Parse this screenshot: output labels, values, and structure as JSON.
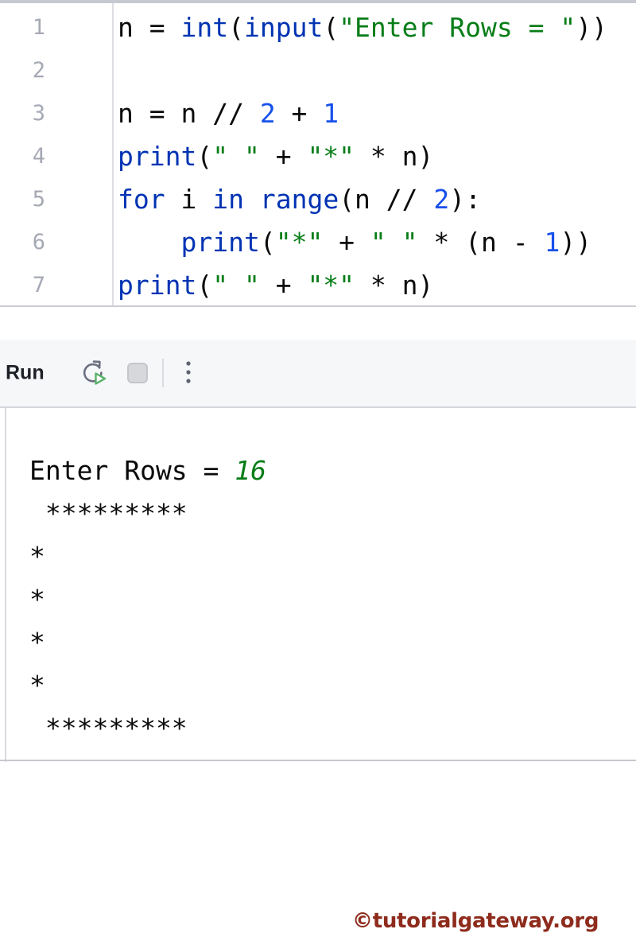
{
  "editor": {
    "lines": [
      {
        "num": "1",
        "tokens": [
          {
            "t": "n = ",
            "c": "plain"
          },
          {
            "t": "int",
            "c": "kw"
          },
          {
            "t": "(",
            "c": "plain"
          },
          {
            "t": "input",
            "c": "kw"
          },
          {
            "t": "(",
            "c": "plain"
          },
          {
            "t": "\"Enter Rows = \"",
            "c": "str"
          },
          {
            "t": "))",
            "c": "plain"
          }
        ]
      },
      {
        "num": "2",
        "tokens": []
      },
      {
        "num": "3",
        "tokens": [
          {
            "t": "n = n // ",
            "c": "plain"
          },
          {
            "t": "2",
            "c": "num"
          },
          {
            "t": " + ",
            "c": "plain"
          },
          {
            "t": "1",
            "c": "num"
          }
        ]
      },
      {
        "num": "4",
        "tokens": [
          {
            "t": "print",
            "c": "kw"
          },
          {
            "t": "(",
            "c": "plain"
          },
          {
            "t": "\" \"",
            "c": "str"
          },
          {
            "t": " + ",
            "c": "plain"
          },
          {
            "t": "\"*\"",
            "c": "str"
          },
          {
            "t": " * n)",
            "c": "plain"
          }
        ]
      },
      {
        "num": "5",
        "tokens": [
          {
            "t": "for",
            "c": "kw"
          },
          {
            "t": " i ",
            "c": "plain"
          },
          {
            "t": "in",
            "c": "kw"
          },
          {
            "t": " ",
            "c": "plain"
          },
          {
            "t": "range",
            "c": "kw"
          },
          {
            "t": "(n // ",
            "c": "plain"
          },
          {
            "t": "2",
            "c": "num"
          },
          {
            "t": "):",
            "c": "plain"
          }
        ]
      },
      {
        "num": "6",
        "tokens": [
          {
            "t": "    ",
            "c": "plain"
          },
          {
            "t": "print",
            "c": "kw"
          },
          {
            "t": "(",
            "c": "plain"
          },
          {
            "t": "\"*\"",
            "c": "str"
          },
          {
            "t": " + ",
            "c": "plain"
          },
          {
            "t": "\" \"",
            "c": "str"
          },
          {
            "t": " * (n - ",
            "c": "plain"
          },
          {
            "t": "1",
            "c": "num"
          },
          {
            "t": "))",
            "c": "plain"
          }
        ]
      },
      {
        "num": "7",
        "tokens": [
          {
            "t": "print",
            "c": "kw"
          },
          {
            "t": "(",
            "c": "plain"
          },
          {
            "t": "\" \"",
            "c": "str"
          },
          {
            "t": " + ",
            "c": "plain"
          },
          {
            "t": "\"*\"",
            "c": "str"
          },
          {
            "t": " * n)",
            "c": "plain"
          }
        ]
      }
    ]
  },
  "toolbar": {
    "run_label": "Run",
    "icons": [
      "rerun-icon",
      "stop-icon",
      "more-options-icon"
    ]
  },
  "console": {
    "prompt": "Enter Rows = ",
    "user_input": "16",
    "output_lines": [
      " *********",
      "*",
      "*",
      "*",
      "*",
      " *********"
    ],
    "watermark": "©tutorialgateway.org"
  },
  "colors": {
    "keyword": "#0033b3",
    "string": "#067d17",
    "number": "#1750eb",
    "code_plain": "#0a0a0a",
    "line_number": "#a5a9b4",
    "toolbar_bg": "#f6f7f9",
    "console_input_green": "#067d17",
    "watermark_red": "#8e2b1c",
    "play_green": "#57b269",
    "icon_gray": "#6b7080"
  }
}
